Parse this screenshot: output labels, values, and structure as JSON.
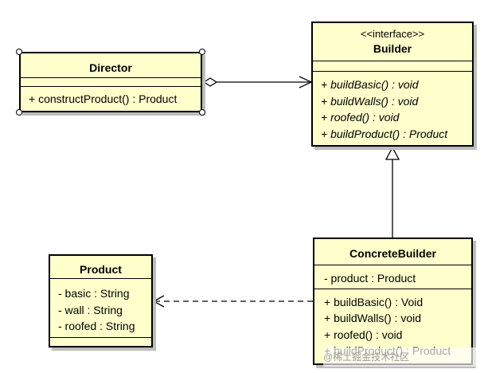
{
  "director": {
    "name": "Director",
    "operations": [
      "+ constructProduct() : Product"
    ]
  },
  "builder": {
    "stereotype": "<<interface>>",
    "name": "Builder",
    "operations": [
      "+ buildBasic() : void",
      "+ buildWalls() : void",
      "+ roofed() : void",
      "+ buildProduct() : Product"
    ]
  },
  "concrete_builder": {
    "name": "ConcreteBuilder",
    "attributes": [
      "- product : Product"
    ],
    "operations": [
      "+ buildBasic() : Void",
      "+ buildWalls() : void",
      "+ roofed() : void",
      "+ buildProduct() : Product"
    ]
  },
  "product": {
    "name": "Product",
    "attributes": [
      "- basic : String",
      "- wall : String",
      "- roofed : String"
    ]
  },
  "relations": [
    {
      "from": "Director",
      "to": "Builder",
      "kind": "aggregation"
    },
    {
      "from": "ConcreteBuilder",
      "to": "Builder",
      "kind": "realization"
    },
    {
      "from": "ConcreteBuilder",
      "to": "Product",
      "kind": "dependency"
    }
  ],
  "watermark": "@稀土掘金技术社区",
  "colors": {
    "class_fill": "#ffffcc",
    "border": "#000000",
    "shadow": "#bdbdbd"
  }
}
